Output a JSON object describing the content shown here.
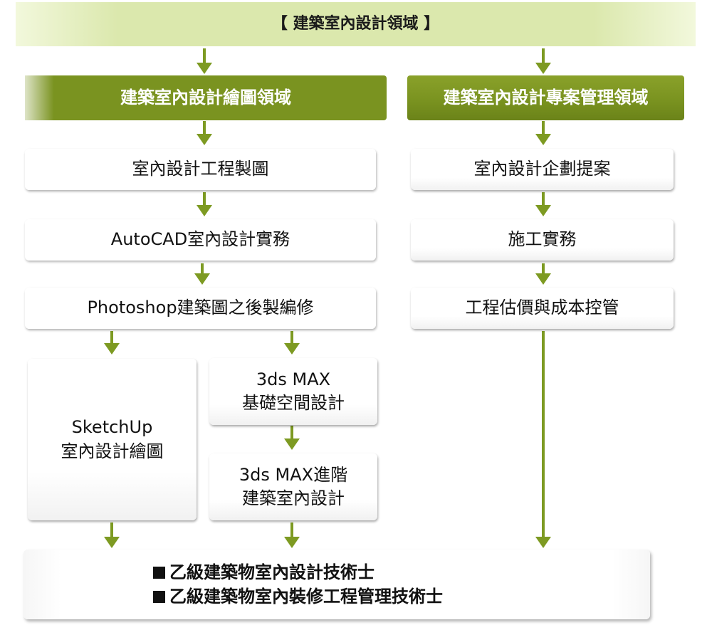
{
  "title": "【 建築室內設計領域 】",
  "domains": {
    "drawing": "建築室內設計繪圖領域",
    "management": "建築室內設計專案管理領域"
  },
  "drawing_courses": {
    "course1": "室內設計工程製圖",
    "course2": "AutoCAD室內設計實務",
    "course3": "Photoshop建築圖之後製編修",
    "sketchup": [
      "SketchUp",
      "室內設計繪圖"
    ],
    "max_basic": [
      "3ds MAX",
      "基礎空間設計"
    ],
    "max_advanced": [
      "3ds MAX進階",
      "建築室內設計"
    ]
  },
  "management_courses": {
    "course1": "室內設計企劃提案",
    "course2": "施工實務",
    "course3": "工程估價與成本控管"
  },
  "certifications": [
    "乙級建築物室內設計技術士",
    "乙級建築物室內裝修工程管理技術士"
  ],
  "colors": {
    "accent_green": "#7a9320",
    "title_band": "#dbe8ad",
    "arrow": "#7d9a22"
  }
}
